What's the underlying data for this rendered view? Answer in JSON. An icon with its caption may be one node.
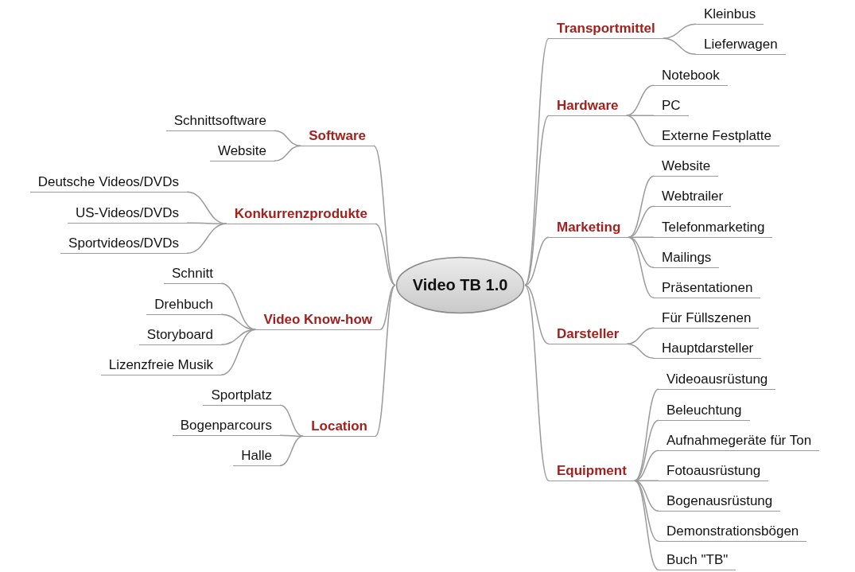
{
  "diagram": {
    "nodes": [
      {
        "text": [
          "Video TB 1.0"
        ]
      },
      {
        "text": [
          "Transportmittel"
        ]
      },
      {
        "text": [
          "Kleinbus"
        ]
      },
      {
        "text": [
          "Lieferwagen"
        ]
      },
      {
        "text": [
          "Hardware"
        ]
      },
      {
        "text": [
          "Notebook"
        ]
      },
      {
        "text": [
          "PC"
        ]
      },
      {
        "text": [
          "Externe Festplatte"
        ]
      },
      {
        "text": [
          "Marketing"
        ]
      },
      {
        "text": [
          "Website"
        ]
      },
      {
        "text": [
          "Webtrailer"
        ]
      },
      {
        "text": [
          "Telefonmarketing"
        ]
      },
      {
        "text": [
          "Mailings"
        ]
      },
      {
        "text": [
          "Präsentationen"
        ]
      },
      {
        "text": [
          "Darsteller"
        ]
      },
      {
        "text": [
          "Für Füllszenen"
        ]
      },
      {
        "text": [
          "Hauptdarsteller"
        ]
      },
      {
        "text": [
          "Equipment"
        ]
      },
      {
        "text": [
          "Videoausrüstung"
        ]
      },
      {
        "text": [
          "Beleuchtung"
        ]
      },
      {
        "text": [
          "Aufnahmegeräte für Ton"
        ]
      },
      {
        "text": [
          "Fotoausrüstung"
        ]
      },
      {
        "text": [
          "Bogenausrüstung"
        ]
      },
      {
        "text": [
          "Demonstrationsbögen"
        ]
      },
      {
        "text": [
          "Buch \"TB\""
        ]
      },
      {
        "text": [
          "Software"
        ]
      },
      {
        "text": [
          "Schnittsoftware"
        ]
      },
      {
        "text": [
          "Website"
        ]
      },
      {
        "text": [
          "Konkurrenzprodukte"
        ]
      },
      {
        "text": [
          "Deutsche Videos/DVDs"
        ]
      },
      {
        "text": [
          "US-Videos/DVDs"
        ]
      },
      {
        "text": [
          "Sportvideos/DVDs"
        ]
      },
      {
        "text": [
          "Video Know-how"
        ]
      },
      {
        "text": [
          "Schnitt"
        ]
      },
      {
        "text": [
          "Drehbuch"
        ]
      },
      {
        "text": [
          "Storyboard"
        ]
      },
      {
        "text": [
          "Lizenzfreie Musik"
        ]
      },
      {
        "text": [
          "Location"
        ]
      },
      {
        "text": [
          "Sportplatz"
        ]
      },
      {
        "text": [
          "Bogenparcours"
        ]
      },
      {
        "text": [
          "Halle"
        ]
      }
    ],
    "edges": [
      {
        "from": 0,
        "to": 1,
        "arrow": "none"
      },
      {
        "from": 1,
        "to": 2,
        "arrow": "none"
      },
      {
        "from": 1,
        "to": 3,
        "arrow": "none"
      },
      {
        "from": 0,
        "to": 4,
        "arrow": "none"
      },
      {
        "from": 4,
        "to": 5,
        "arrow": "none"
      },
      {
        "from": 4,
        "to": 6,
        "arrow": "none"
      },
      {
        "from": 4,
        "to": 7,
        "arrow": "none"
      },
      {
        "from": 0,
        "to": 8,
        "arrow": "none"
      },
      {
        "from": 8,
        "to": 9,
        "arrow": "none"
      },
      {
        "from": 8,
        "to": 10,
        "arrow": "none"
      },
      {
        "from": 8,
        "to": 11,
        "arrow": "none"
      },
      {
        "from": 8,
        "to": 12,
        "arrow": "none"
      },
      {
        "from": 8,
        "to": 13,
        "arrow": "none"
      },
      {
        "from": 0,
        "to": 14,
        "arrow": "none"
      },
      {
        "from": 14,
        "to": 15,
        "arrow": "none"
      },
      {
        "from": 14,
        "to": 16,
        "arrow": "none"
      },
      {
        "from": 0,
        "to": 17,
        "arrow": "none"
      },
      {
        "from": 17,
        "to": 18,
        "arrow": "none"
      },
      {
        "from": 17,
        "to": 19,
        "arrow": "none"
      },
      {
        "from": 17,
        "to": 20,
        "arrow": "none"
      },
      {
        "from": 17,
        "to": 21,
        "arrow": "none"
      },
      {
        "from": 17,
        "to": 22,
        "arrow": "none"
      },
      {
        "from": 17,
        "to": 23,
        "arrow": "none"
      },
      {
        "from": 17,
        "to": 24,
        "arrow": "none"
      },
      {
        "from": 0,
        "to": 25,
        "arrow": "none"
      },
      {
        "from": 25,
        "to": 26,
        "arrow": "none"
      },
      {
        "from": 25,
        "to": 27,
        "arrow": "none"
      },
      {
        "from": 0,
        "to": 28,
        "arrow": "none"
      },
      {
        "from": 28,
        "to": 29,
        "arrow": "none"
      },
      {
        "from": 28,
        "to": 30,
        "arrow": "none"
      },
      {
        "from": 28,
        "to": 31,
        "arrow": "none"
      },
      {
        "from": 0,
        "to": 32,
        "arrow": "none"
      },
      {
        "from": 32,
        "to": 33,
        "arrow": "none"
      },
      {
        "from": 32,
        "to": 34,
        "arrow": "none"
      },
      {
        "from": 32,
        "to": 35,
        "arrow": "none"
      },
      {
        "from": 32,
        "to": 36,
        "arrow": "none"
      },
      {
        "from": 0,
        "to": 37,
        "arrow": "none"
      },
      {
        "from": 37,
        "to": 38,
        "arrow": "none"
      },
      {
        "from": 37,
        "to": 39,
        "arrow": "none"
      },
      {
        "from": 37,
        "to": 40,
        "arrow": "none"
      }
    ]
  }
}
